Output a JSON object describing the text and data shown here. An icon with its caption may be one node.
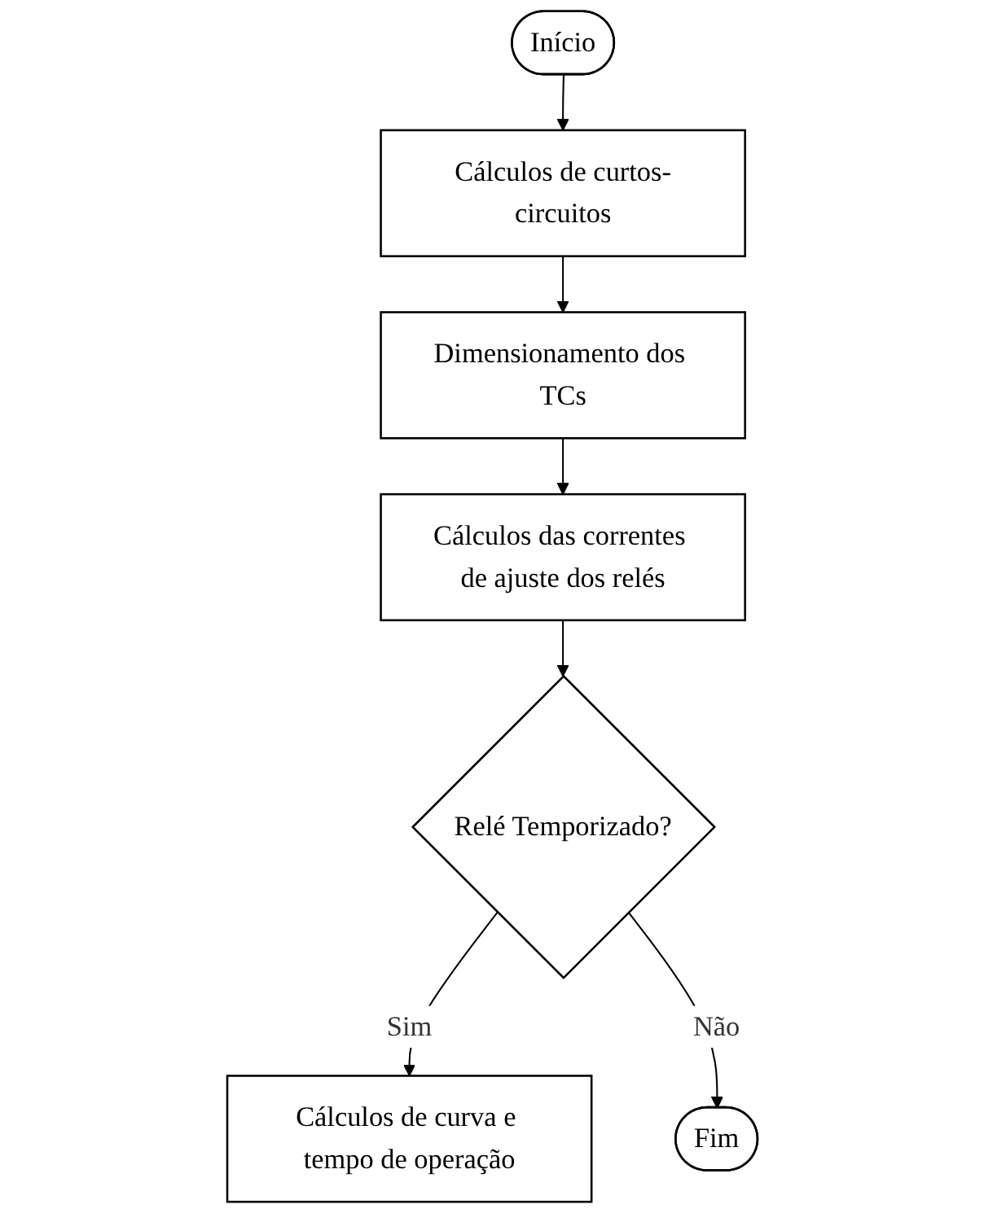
{
  "diagram": {
    "nodes": [
      {
        "text": [
          "Início"
        ]
      },
      {
        "text": [
          "Cálculos de curtos-circuitos"
        ]
      },
      {
        "text": [
          "Dimensionamento dos TCs"
        ]
      },
      {
        "text": [
          "Cálculos das correntes de ajuste dos relés"
        ]
      },
      {
        "text": [
          "Relé Temporizado?"
        ]
      },
      {
        "text": [
          "Cálculos de curva e tempo de operação"
        ]
      },
      {
        "text": [
          "Fim"
        ]
      }
    ],
    "edges": [
      {
        "from": 0,
        "to": 1,
        "arrow": "to"
      },
      {
        "from": 1,
        "to": 2,
        "arrow": "to"
      },
      {
        "from": 2,
        "to": 3,
        "arrow": "to"
      },
      {
        "from": 3,
        "to": 4,
        "arrow": "to"
      },
      {
        "from": 4,
        "to": 5,
        "label": "Sim",
        "arrow": "to"
      },
      {
        "from": 4,
        "to": 6,
        "label": "Não",
        "arrow": "to"
      }
    ]
  }
}
